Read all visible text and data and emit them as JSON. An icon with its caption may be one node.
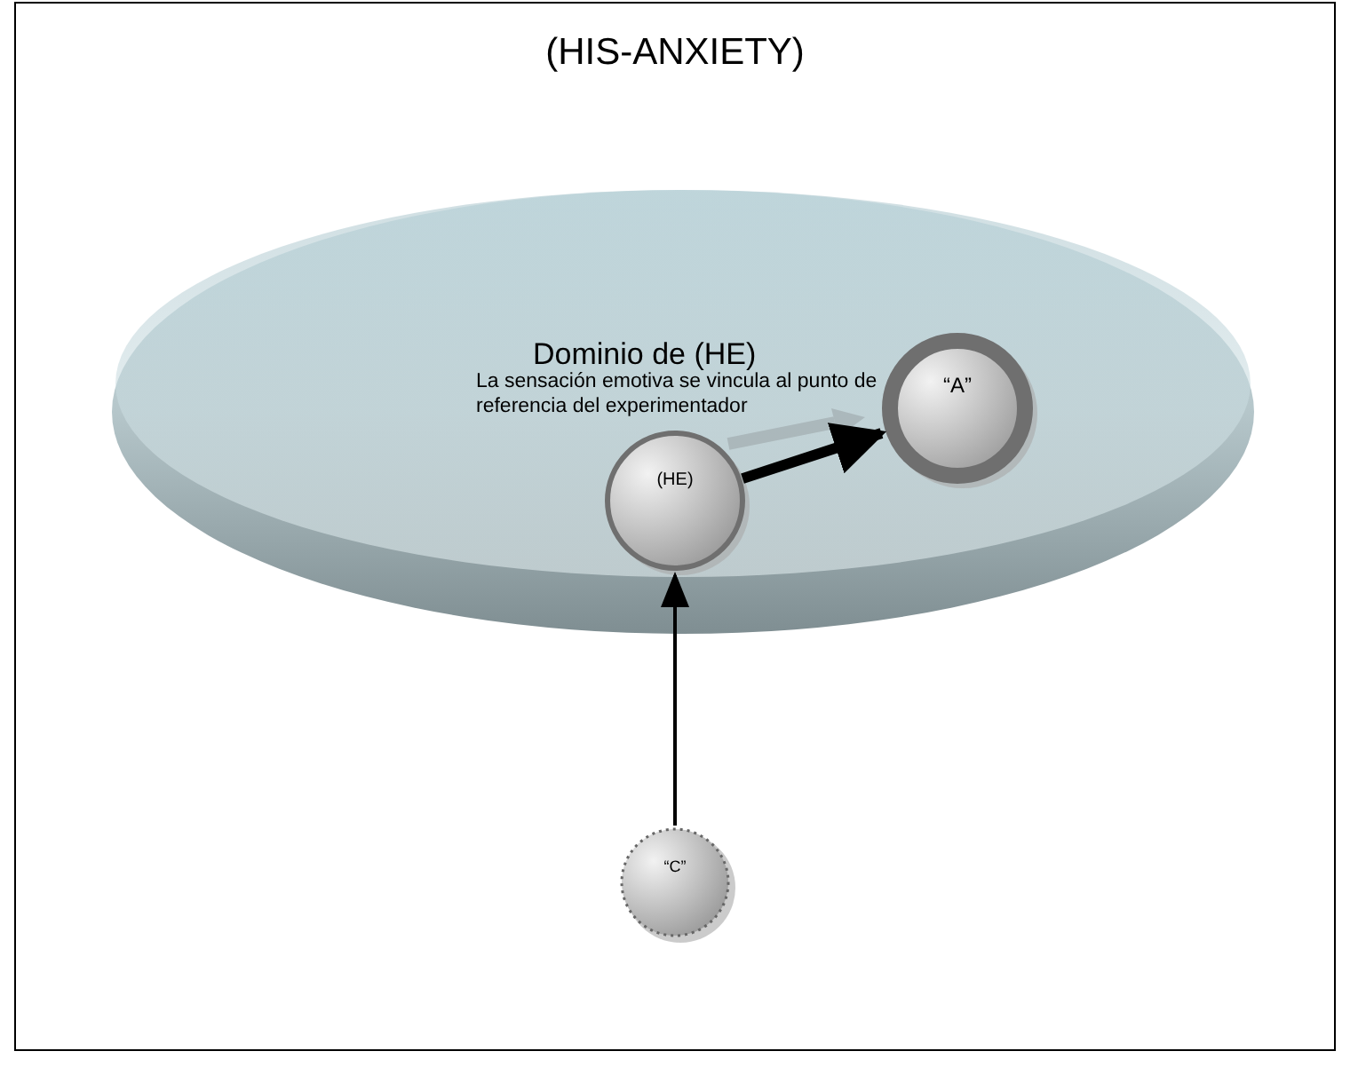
{
  "diagram": {
    "title": "(HIS-ANXIETY)",
    "nodes": [
      {
        "text": [
          "Dominio de (HE)",
          "La sensación emotiva se vincula al punto de referencia del experimentador"
        ]
      },
      {
        "text": [
          "(HE)"
        ],
        "in": 0
      },
      {
        "text": [
          "“A”"
        ],
        "in": 0
      },
      {
        "text": [
          "“C”"
        ]
      }
    ],
    "edges": [
      {
        "from": 1,
        "to": 2,
        "arrow": "to",
        "style": "thick"
      },
      {
        "from": 3,
        "to": 1,
        "arrow": "to"
      }
    ]
  }
}
